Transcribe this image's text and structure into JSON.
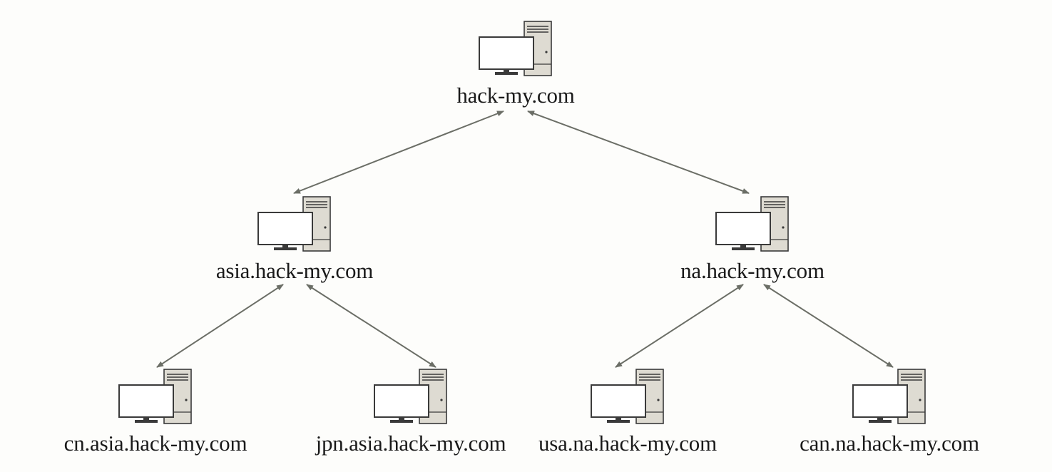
{
  "diagram": {
    "nodes": {
      "root": {
        "label": "hack-my.com",
        "icon": "computer-icon"
      },
      "asia": {
        "label": "asia.hack-my.com",
        "icon": "computer-icon"
      },
      "na": {
        "label": "na.hack-my.com",
        "icon": "computer-icon"
      },
      "cn": {
        "label": "cn.asia.hack-my.com",
        "icon": "computer-icon"
      },
      "jpn": {
        "label": "jpn.asia.hack-my.com",
        "icon": "computer-icon"
      },
      "usa": {
        "label": "usa.na.hack-my.com",
        "icon": "computer-icon"
      },
      "can": {
        "label": "can.na.hack-my.com",
        "icon": "computer-icon"
      }
    },
    "links": [
      {
        "from": "root",
        "to": "asia",
        "direction": "both"
      },
      {
        "from": "root",
        "to": "na",
        "direction": "both"
      },
      {
        "from": "asia",
        "to": "cn",
        "direction": "both"
      },
      {
        "from": "asia",
        "to": "jpn",
        "direction": "both"
      },
      {
        "from": "na",
        "to": "usa",
        "direction": "both"
      },
      {
        "from": "na",
        "to": "can",
        "direction": "both"
      }
    ],
    "colors": {
      "arrow": "#6b6e66",
      "tower": "#dedbd2",
      "outline": "#3a3a3a",
      "screen": "#ffffff"
    }
  }
}
